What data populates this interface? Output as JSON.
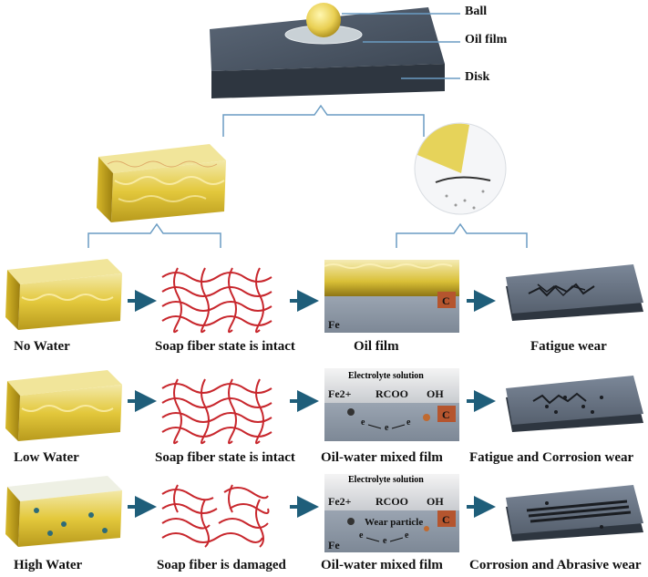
{
  "top": {
    "ball_label": "Ball",
    "oil_film_label": "Oil film",
    "disk_label": "Disk"
  },
  "rows": [
    {
      "water_label": "No Water",
      "soap_label": "Soap fiber state is intact",
      "film_label": "Oil film",
      "wear_label": "Fatigue wear",
      "fe_label": "Fe",
      "c_label": "C"
    },
    {
      "water_label": "Low Water",
      "soap_label": "Soap fiber state is intact",
      "film_label": "Oil-water mixed film",
      "wear_label": "Fatigue and Corrosion wear",
      "electrolyte_label": "Electrolyte solution",
      "fe_ion_label": "Fe2+",
      "rcoo_label": "RCOO",
      "oh_label": "OH",
      "e_label": "e",
      "c_label": "C"
    },
    {
      "water_label": "High Water",
      "soap_label": "Soap fiber is damaged",
      "film_label": "Oil-water mixed film",
      "wear_label": "Corrosion and Abrasive wear",
      "electrolyte_label": "Electrolyte solution",
      "fe_ion_label": "Fe2+",
      "rcoo_label": "RCOO",
      "oh_label": "OH",
      "wear_particle_label": "Wear particle",
      "e_label": "e",
      "fe_label": "Fe",
      "c_label": "C"
    }
  ],
  "colors": {
    "grease_yellow": "#e6cf4a",
    "soap_fiber_red": "#c8272d",
    "arrow_blue": "#1f5e7a",
    "disk_gray": "#4f5b6a",
    "fe_gray": "#8a95a3",
    "bracket_blue": "#6a9cc3",
    "c_block": "#b5552e"
  }
}
